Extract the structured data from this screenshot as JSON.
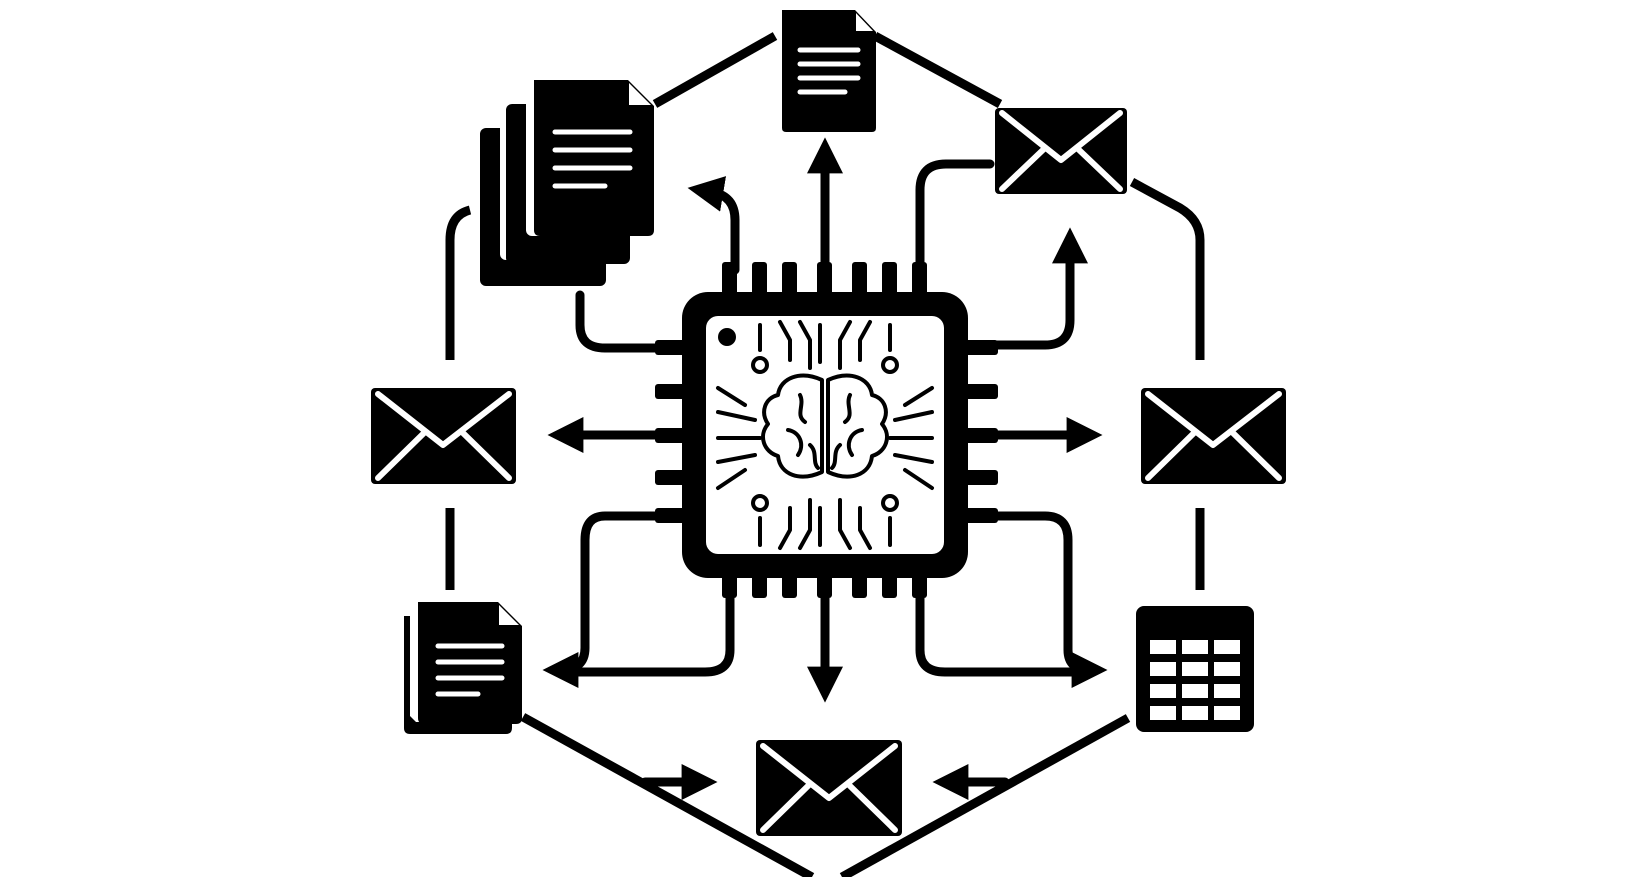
{
  "diagram": {
    "type": "ai-chip-document-distribution-network",
    "center_node": {
      "icon": "ai-chip-brain-icon"
    },
    "outer_nodes": [
      {
        "id": "doc-top",
        "icon": "document-icon"
      },
      {
        "id": "stack-top-left",
        "icon": "document-stack-icon"
      },
      {
        "id": "mail-top-right",
        "icon": "envelope-icon"
      },
      {
        "id": "mail-left",
        "icon": "envelope-icon"
      },
      {
        "id": "mail-right",
        "icon": "envelope-icon"
      },
      {
        "id": "docs-bottom-left",
        "icon": "documents-icon"
      },
      {
        "id": "table-bottom-right",
        "icon": "spreadsheet-icon"
      },
      {
        "id": "mail-bottom",
        "icon": "envelope-icon"
      }
    ],
    "colors": {
      "ink": "#000000",
      "background": "#ffffff"
    }
  }
}
